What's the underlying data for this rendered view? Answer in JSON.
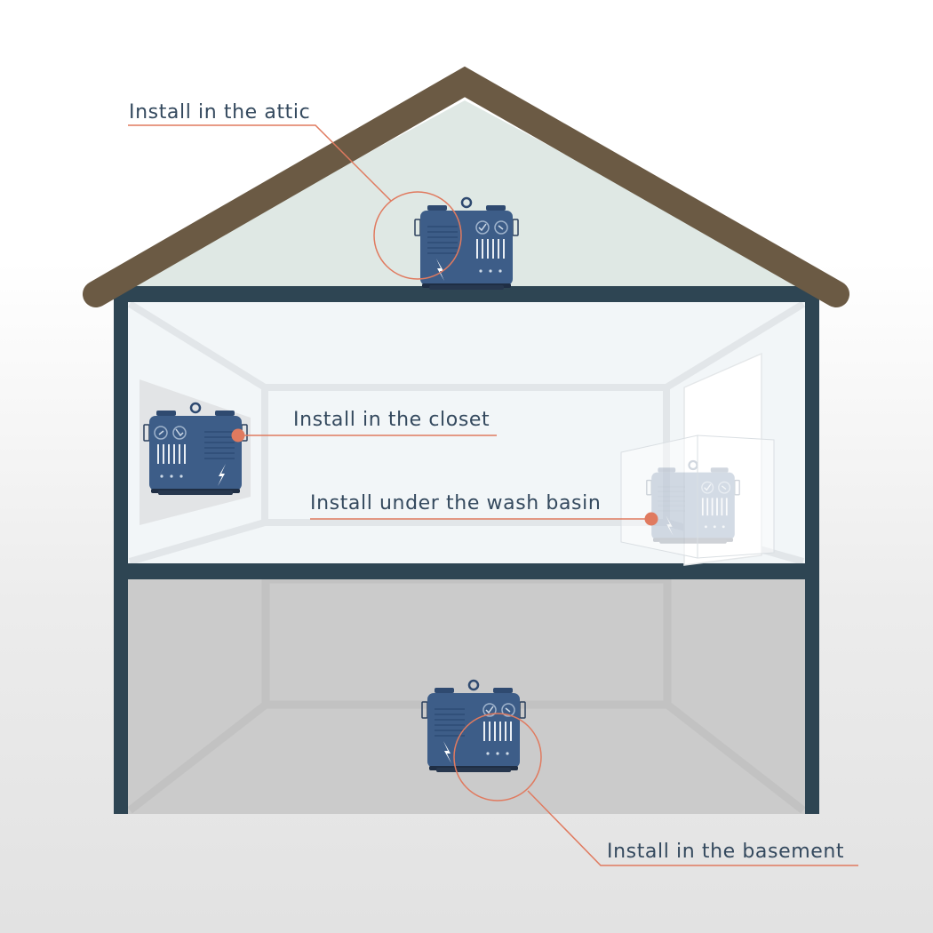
{
  "labels": {
    "attic": "Install in the attic",
    "closet": "Install in the closet",
    "basin": "Install under the wash basin",
    "basement": "Install in the basement"
  },
  "colors": {
    "roof": "#6b5a44",
    "wall_frame": "#2e4553",
    "attic_fill": "#dfe8e4",
    "room_fill": "#f2f6f8",
    "basement_fill": "#cbcbcb",
    "device_body": "#3d5d88",
    "callout_accent": "#e07a5f",
    "label_text": "#34495e"
  },
  "icons": [
    "device-unit-icon",
    "lightning-bolt-icon",
    "gauge-icon"
  ]
}
